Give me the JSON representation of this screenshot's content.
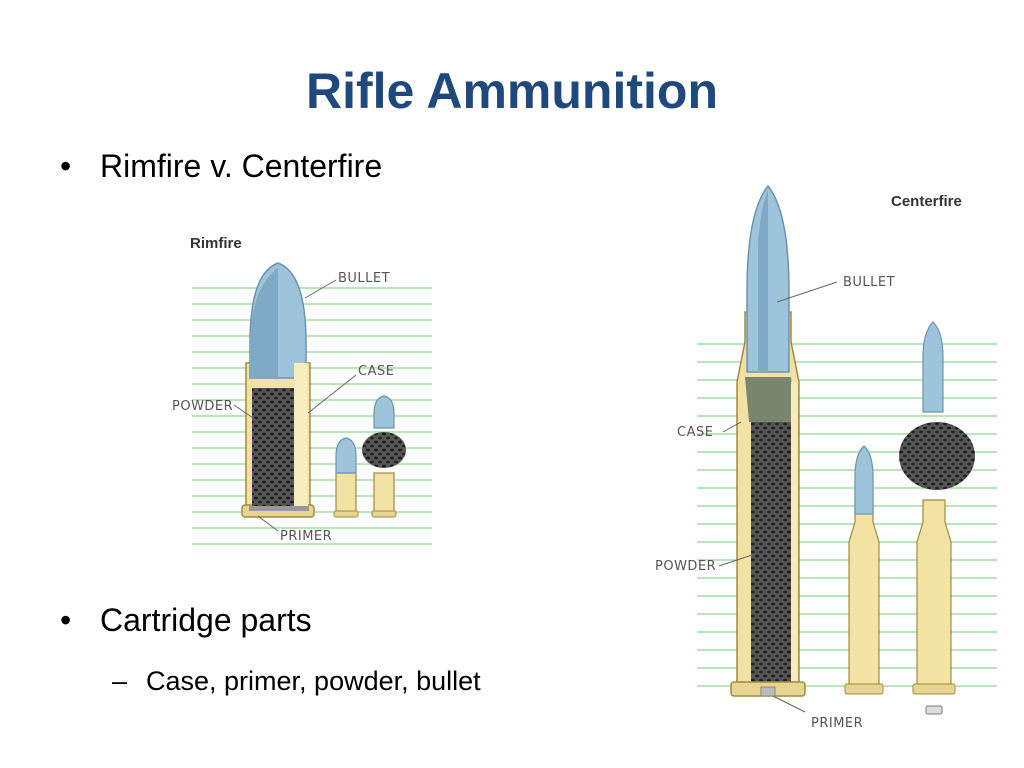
{
  "slide": {
    "title": "Rifle Ammunition",
    "bullets": [
      {
        "text": "Rimfire v. Centerfire"
      },
      {
        "text": "Cartridge parts"
      },
      {
        "text": "Case, primer, powder, bullet",
        "level": 2
      }
    ]
  },
  "rimfire_figure": {
    "title": "Rimfire",
    "labels": {
      "bullet": "BULLET",
      "case": "CASE",
      "powder": "POWDER",
      "primer": "PRIMER"
    }
  },
  "centerfire_figure": {
    "title": "Centerfire",
    "labels": {
      "bullet": "BULLET",
      "case": "CASE",
      "powder": "POWDER",
      "primer": "PRIMER"
    }
  },
  "colors": {
    "title": "#1f497d",
    "bullet_lead": "#9ec4dc",
    "brass": "#f2e3a5",
    "powder": "#333333",
    "grid": "#8fd68f"
  }
}
